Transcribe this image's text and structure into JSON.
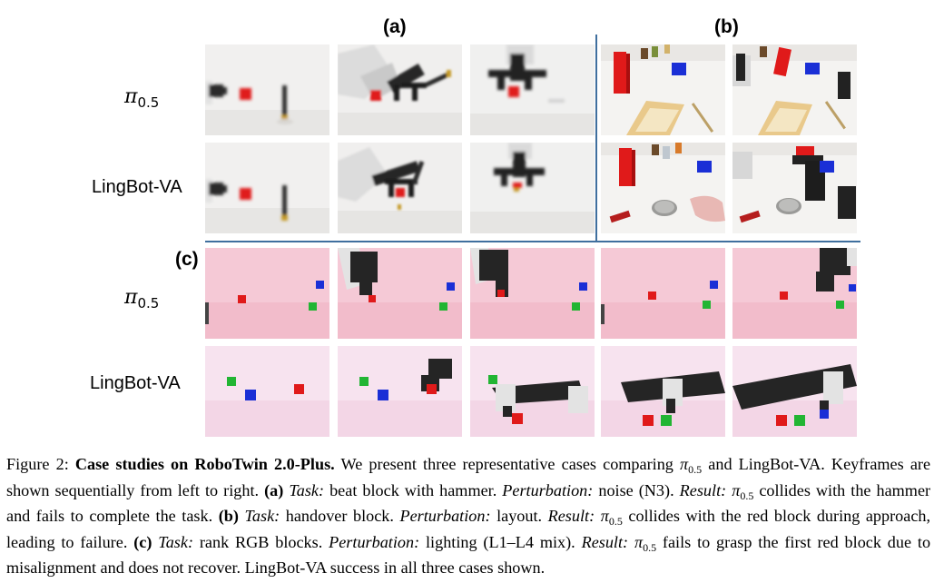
{
  "figure": {
    "panels": {
      "a": "(a)",
      "b": "(b)",
      "c": "(c)"
    },
    "rows": {
      "pi_symbol": "π",
      "pi_sub": "0.5",
      "lingbot": "LingBot-VA"
    },
    "colors": {
      "divider": "#3f6f9e",
      "red_block": "#e01a1a",
      "green_block": "#22b533",
      "blue_block": "#1a2fd6"
    }
  },
  "caption": {
    "fig_no": "Figure 2:",
    "title": "Case studies on RoboTwin 2.0-Plus.",
    "s1": "We present three representative cases comparing",
    "pi": "π",
    "pi_sub": "0.5",
    "s2": "and LingBot-VA. Keyframes are shown sequentially from left to right.",
    "a_label": "(a)",
    "task_label": "Task:",
    "a_task": "beat block with hammer.",
    "pert_label": "Perturbation:",
    "a_pert": "noise (N3).",
    "result_label": "Result:",
    "a_result": "collides with the hammer and fails to complete the task.",
    "b_label": "(b)",
    "b_task": "handover block.",
    "b_pert": "layout.",
    "b_result": "collides with the red block during approach, leading to failure.",
    "c_label": "(c)",
    "c_task": "rank RGB blocks.",
    "c_pert": "lighting (L1–L4 mix).",
    "c_result": "fails to grasp the first red block due to misalignment and does not recover. LingBot-VA success in all three cases shown."
  }
}
